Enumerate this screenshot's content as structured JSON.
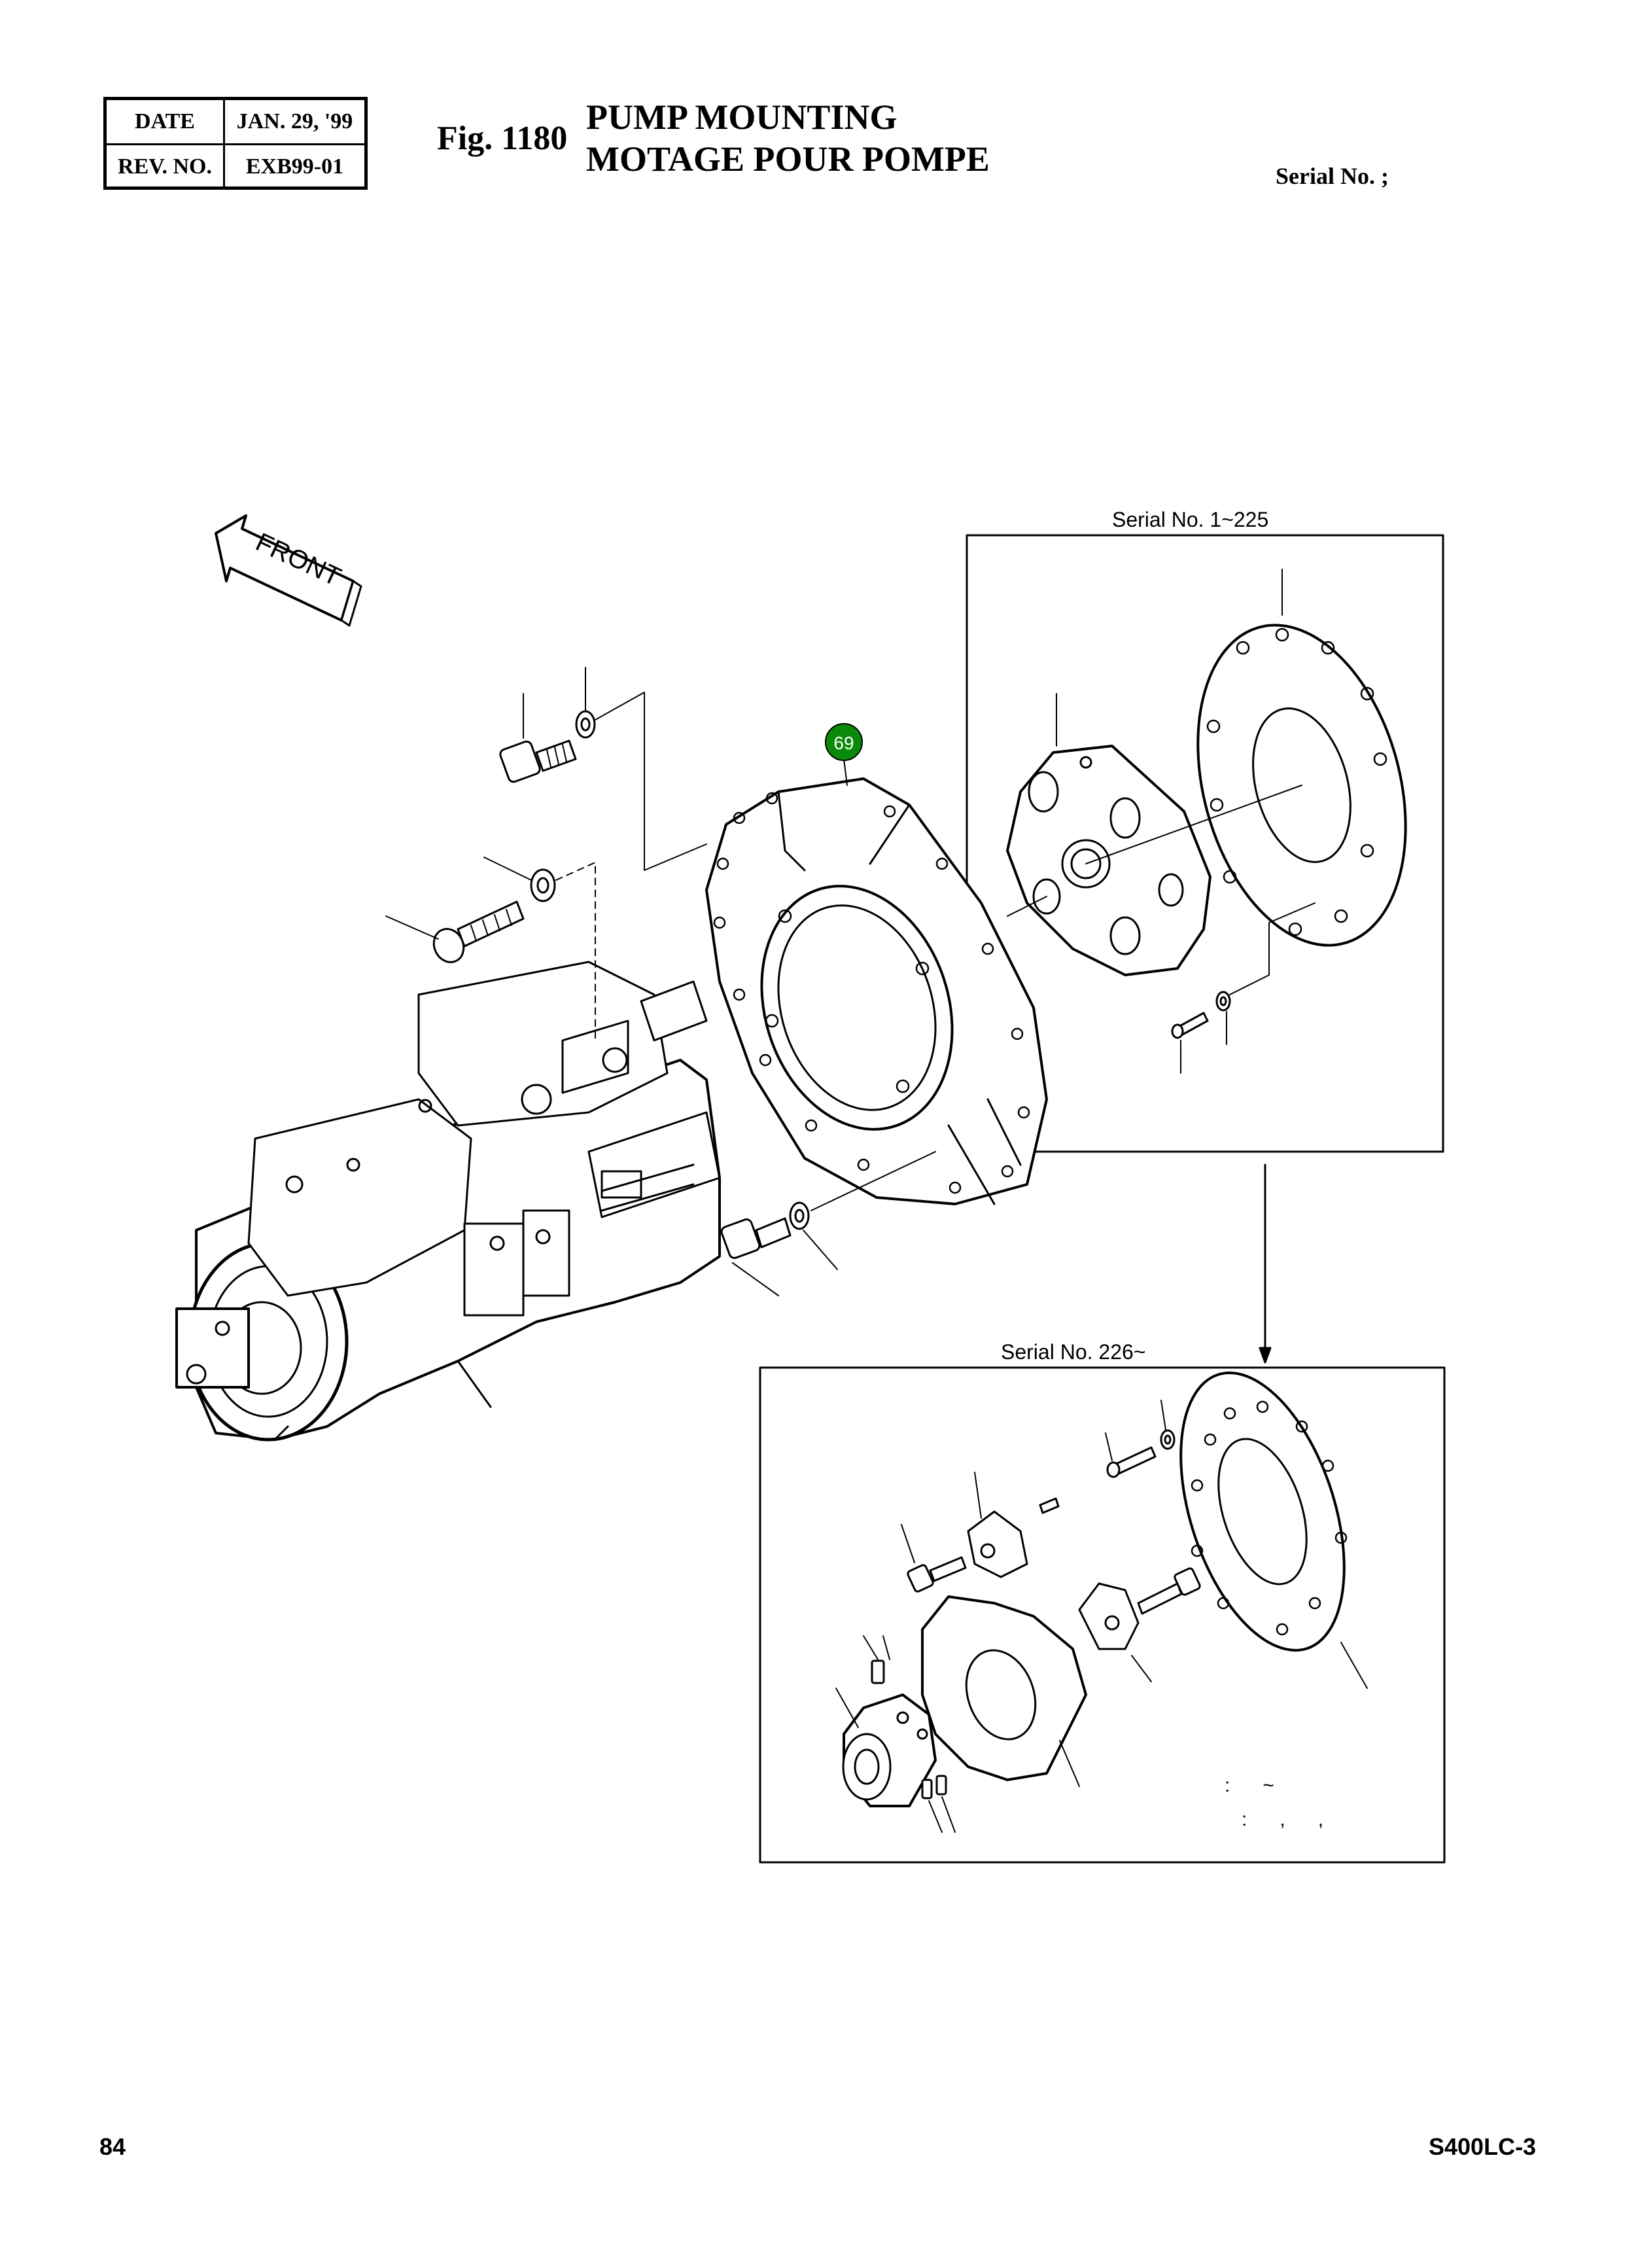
{
  "header": {
    "date_label": "DATE",
    "date_value": "JAN. 29, '99",
    "rev_label": "REV. NO.",
    "rev_value": "EXB99-01",
    "fig_number": "Fig. 1180",
    "title_en": "PUMP MOUNTING",
    "title_fr": "MOTAGE POUR POMPE",
    "serial_label": "Serial No. ;"
  },
  "diagram": {
    "front_arrow_label": "FRONT",
    "callout_number": "69",
    "callout_color": "#0a8a0a",
    "panel_top_label": "Serial No. 1~225",
    "panel_bottom_label": "Serial No. 226~",
    "note_line_1": ":      ~",
    "note_line_2": ":      ,      ,"
  },
  "footer": {
    "page_number": "84",
    "model": "S400LC-3"
  }
}
